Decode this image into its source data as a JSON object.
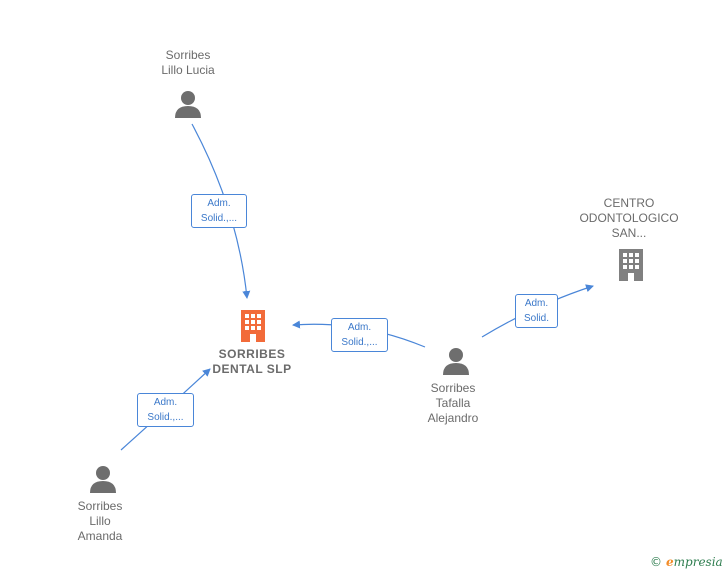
{
  "nodes": {
    "lillo_lucia": {
      "label": "Sorribes\nLillo Lucia",
      "type": "person"
    },
    "dental_slp": {
      "label": "SORRIBES\nDENTAL  SLP",
      "type": "company-main"
    },
    "centro": {
      "label": "CENTRO\nODONTOLOGICO\nSAN...",
      "type": "company"
    },
    "tafalla": {
      "label": "Sorribes\nTafalla\nAlejandro",
      "type": "person"
    },
    "lillo_amanda": {
      "label": "Sorribes\nLillo\nAmanda",
      "type": "person"
    }
  },
  "edges": {
    "lucia_to_dental": "Adm.\nSolid.,...",
    "tafalla_to_dental": "Adm.\nSolid.,...",
    "tafalla_to_centro": "Adm.\nSolid.",
    "amanda_to_dental": "Adm.\nSolid.,..."
  },
  "colors": {
    "person_icon": "#6e6e6e",
    "company_icon": "#808080",
    "main_company_icon": "#f26b3a",
    "edge": "#4a86d8"
  },
  "footer": {
    "copyright": "©",
    "brand_e": "e",
    "brand_rest": "mpresia"
  }
}
